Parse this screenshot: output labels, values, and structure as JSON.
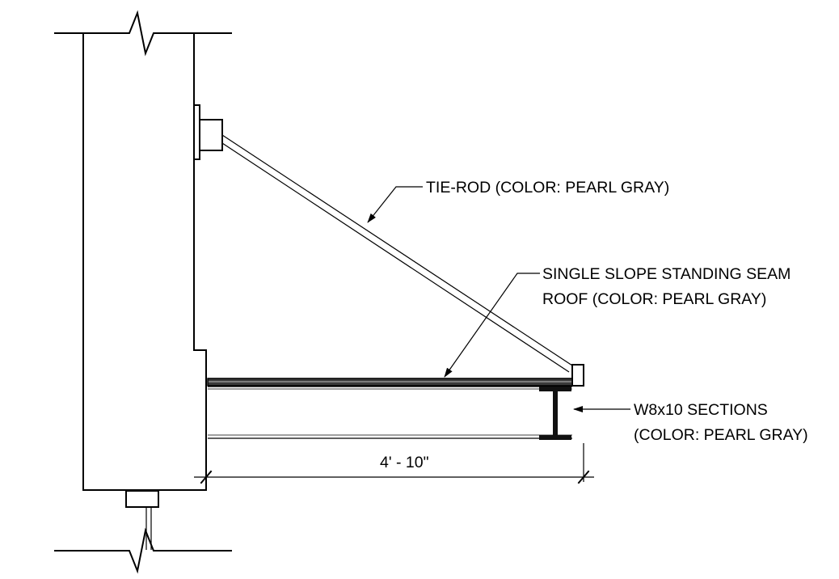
{
  "callouts": {
    "tie_rod": "TIE-ROD (COLOR: PEARL GRAY)",
    "roof_line1": "SINGLE SLOPE STANDING SEAM",
    "roof_line2": "ROOF (COLOR: PEARL GRAY)",
    "beam_line1": "W8x10 SECTIONS",
    "beam_line2": "(COLOR: PEARL GRAY)"
  },
  "dimension": {
    "projection": "4' - 10\""
  }
}
